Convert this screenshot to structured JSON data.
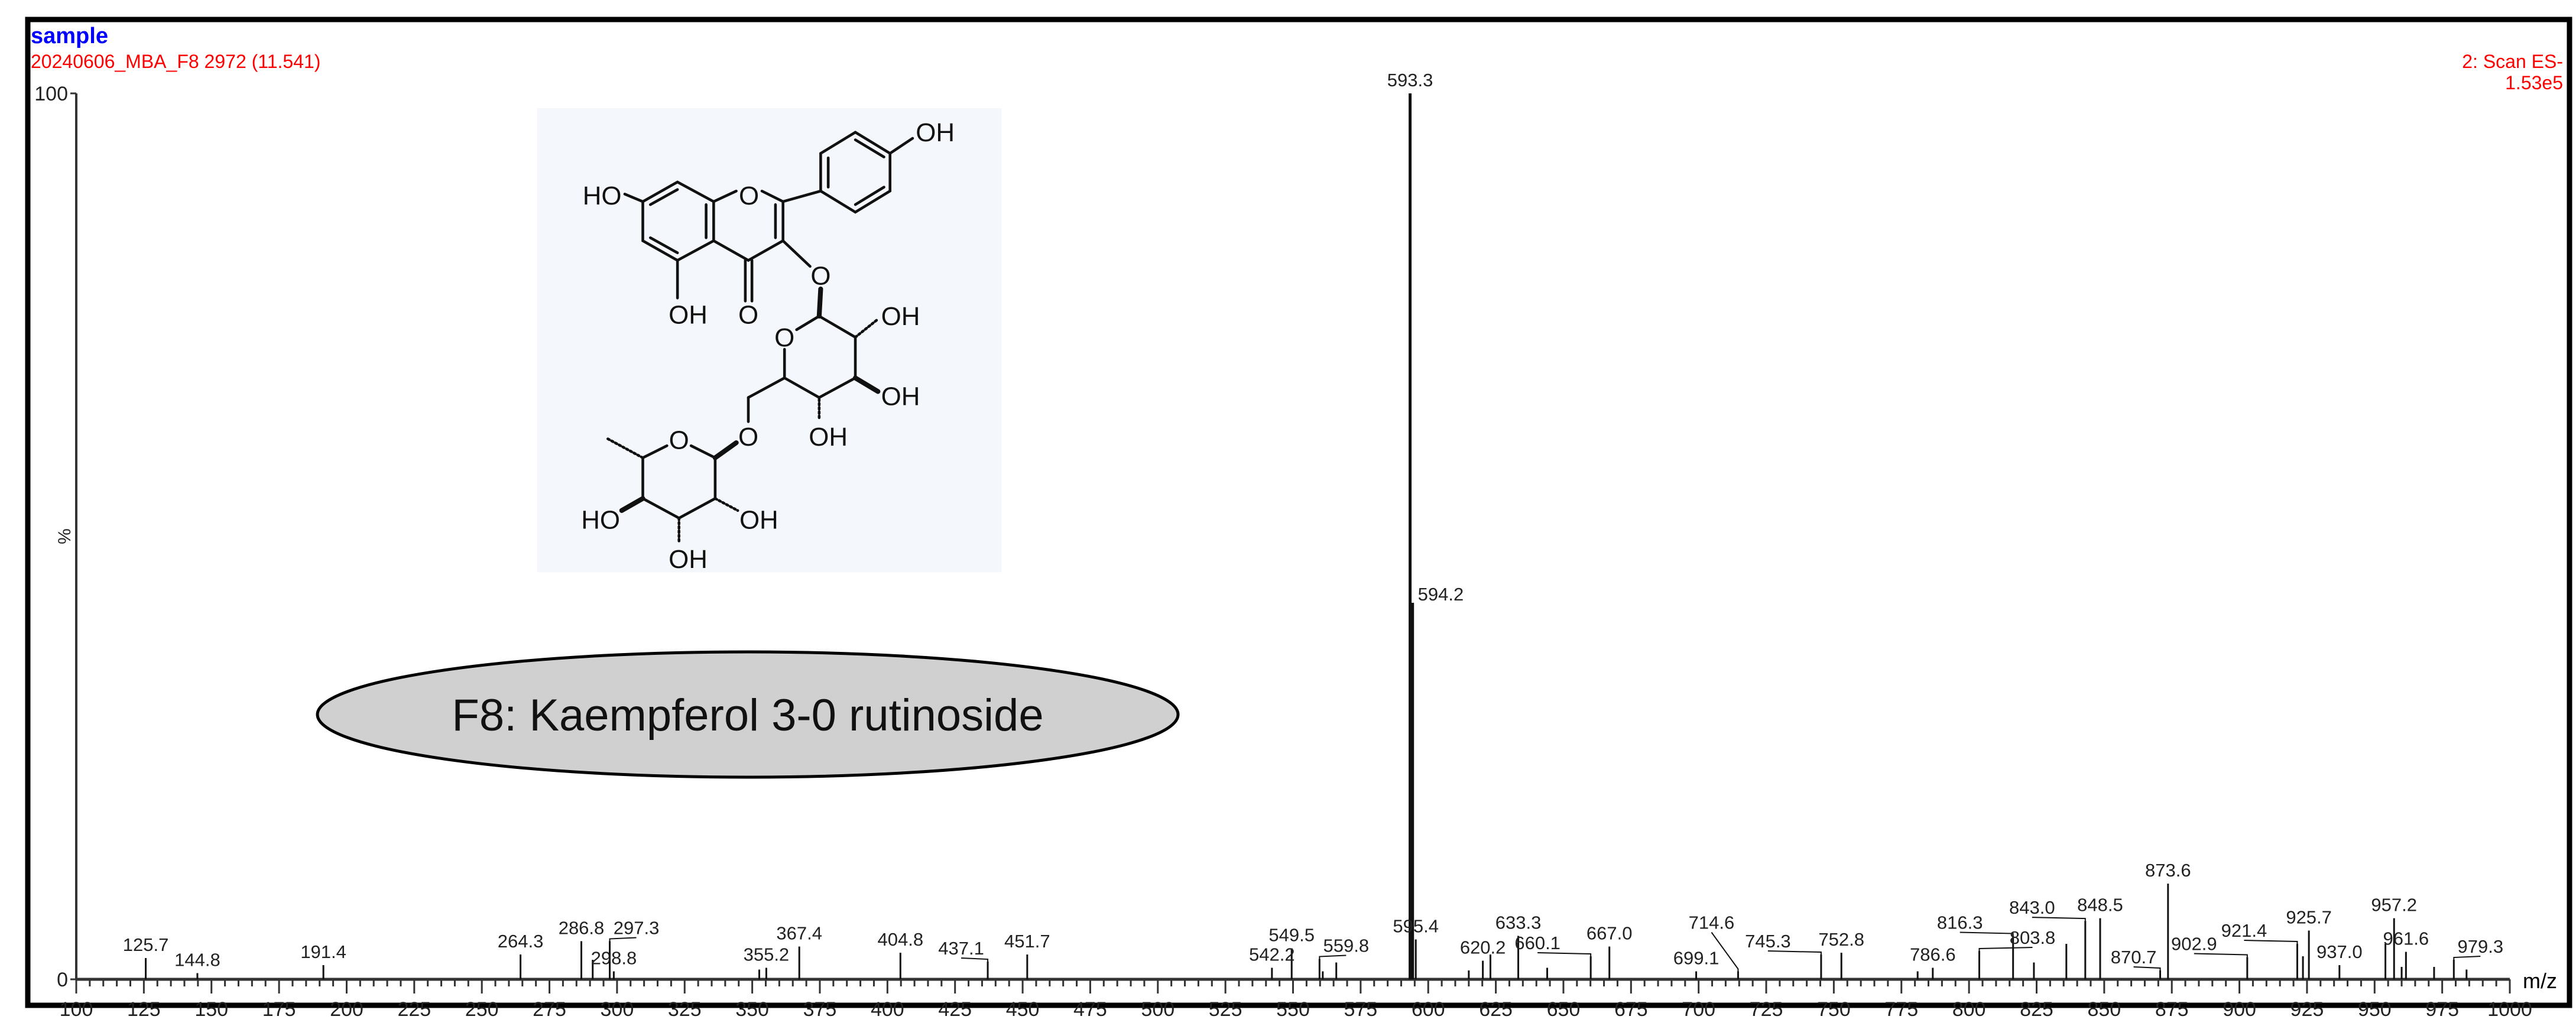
{
  "header": {
    "sample_name": "sample",
    "scan_id": "20240606_MBA_F8 2972 (11.541)",
    "scan_mode": "2: Scan ES-",
    "max_intensity": "1.53e5",
    "sample_color": "#0000ff",
    "info_color": "#ff0000"
  },
  "annotation": {
    "label": "F8: Kaempferol 3-0 rutinoside",
    "fill": "#d0d0d0"
  },
  "structure": {
    "atoms": {
      "ho7": "HO",
      "o1": "O",
      "oh4p": "OH",
      "o3": "O",
      "o4": "O",
      "oh5": "OH",
      "o5g": "O",
      "oh2g": "OH",
      "oh3g": "OH",
      "oh4g": "OH",
      "o6g": "O",
      "o5r": "O",
      "ho4r": "HO",
      "oh2r": "OH",
      "oh3r": "OH"
    }
  },
  "chart_data": {
    "type": "bar",
    "title": "",
    "xlabel": "m/z",
    "ylabel": "%",
    "xlim": [
      100,
      1000
    ],
    "ylim": [
      0,
      100
    ],
    "x_ticks": [
      100,
      125,
      150,
      175,
      200,
      225,
      250,
      275,
      300,
      325,
      350,
      375,
      400,
      425,
      450,
      475,
      500,
      525,
      550,
      575,
      600,
      625,
      650,
      675,
      700,
      725,
      750,
      775,
      800,
      825,
      850,
      875,
      900,
      925,
      950,
      975,
      1000
    ],
    "y_ticks": [
      {
        "value": 0,
        "label": "0"
      },
      {
        "value": 50,
        "label": "%"
      },
      {
        "value": 100,
        "label": "100"
      }
    ],
    "grid": false,
    "peaks": [
      {
        "mz": 125.7,
        "intensity": 2.4,
        "label": "125.7"
      },
      {
        "mz": 144.8,
        "intensity": 0.7,
        "label": "144.8"
      },
      {
        "mz": 191.4,
        "intensity": 1.6,
        "label": "191.4"
      },
      {
        "mz": 264.3,
        "intensity": 2.8,
        "label": "264.3"
      },
      {
        "mz": 286.8,
        "intensity": 4.3,
        "label": "286.8"
      },
      {
        "mz": 291.0,
        "intensity": 2.2,
        "label": ""
      },
      {
        "mz": 297.3,
        "intensity": 4.3,
        "label": "297.3"
      },
      {
        "mz": 298.8,
        "intensity": 0.9,
        "label": "298.8"
      },
      {
        "mz": 352.6,
        "intensity": 1.1,
        "label": ""
      },
      {
        "mz": 355.2,
        "intensity": 1.3,
        "label": "355.2"
      },
      {
        "mz": 367.4,
        "intensity": 3.7,
        "label": "367.4"
      },
      {
        "mz": 404.8,
        "intensity": 3.0,
        "label": "404.8"
      },
      {
        "mz": 437.1,
        "intensity": 2.0,
        "label": "437.1"
      },
      {
        "mz": 451.7,
        "intensity": 2.8,
        "label": "451.7"
      },
      {
        "mz": 542.2,
        "intensity": 1.3,
        "label": "542.2"
      },
      {
        "mz": 549.5,
        "intensity": 3.5,
        "label": "549.5"
      },
      {
        "mz": 559.8,
        "intensity": 2.3,
        "label": "559.8"
      },
      {
        "mz": 561.0,
        "intensity": 0.9,
        "label": ""
      },
      {
        "mz": 566.0,
        "intensity": 1.9,
        "label": ""
      },
      {
        "mz": 593.3,
        "intensity": 100,
        "label": "593.3"
      },
      {
        "mz": 594.2,
        "intensity": 42.5,
        "label": "594.2"
      },
      {
        "mz": 595.4,
        "intensity": 4.5,
        "label": "595.4"
      },
      {
        "mz": 615.0,
        "intensity": 1.0,
        "label": ""
      },
      {
        "mz": 620.2,
        "intensity": 2.1,
        "label": "620.2"
      },
      {
        "mz": 623.0,
        "intensity": 2.8,
        "label": ""
      },
      {
        "mz": 633.3,
        "intensity": 4.9,
        "label": "633.3"
      },
      {
        "mz": 644.0,
        "intensity": 1.3,
        "label": ""
      },
      {
        "mz": 660.1,
        "intensity": 2.6,
        "label": "660.1"
      },
      {
        "mz": 667.0,
        "intensity": 3.7,
        "label": "667.0"
      },
      {
        "mz": 699.1,
        "intensity": 0.9,
        "label": "699.1"
      },
      {
        "mz": 714.6,
        "intensity": 0.9,
        "label": "714.6"
      },
      {
        "mz": 745.3,
        "intensity": 2.8,
        "label": "745.3"
      },
      {
        "mz": 752.8,
        "intensity": 3.0,
        "label": "752.8"
      },
      {
        "mz": 781.0,
        "intensity": 0.9,
        "label": ""
      },
      {
        "mz": 786.6,
        "intensity": 1.3,
        "label": "786.6"
      },
      {
        "mz": 803.8,
        "intensity": 3.2,
        "label": "803.8"
      },
      {
        "mz": 816.3,
        "intensity": 4.9,
        "label": "816.3"
      },
      {
        "mz": 824.0,
        "intensity": 1.9,
        "label": ""
      },
      {
        "mz": 836.0,
        "intensity": 4.0,
        "label": ""
      },
      {
        "mz": 843.0,
        "intensity": 6.6,
        "label": "843.0"
      },
      {
        "mz": 848.5,
        "intensity": 6.9,
        "label": "848.5"
      },
      {
        "mz": 870.7,
        "intensity": 1.0,
        "label": "870.7"
      },
      {
        "mz": 873.6,
        "intensity": 10.8,
        "label": "873.6"
      },
      {
        "mz": 902.9,
        "intensity": 2.5,
        "label": "902.9"
      },
      {
        "mz": 921.4,
        "intensity": 4.0,
        "label": "921.4"
      },
      {
        "mz": 923.5,
        "intensity": 2.6,
        "label": ""
      },
      {
        "mz": 925.7,
        "intensity": 5.5,
        "label": "925.7"
      },
      {
        "mz": 937.0,
        "intensity": 1.6,
        "label": "937.0"
      },
      {
        "mz": 954.0,
        "intensity": 4.0,
        "label": ""
      },
      {
        "mz": 957.2,
        "intensity": 6.9,
        "label": "957.2"
      },
      {
        "mz": 960.0,
        "intensity": 1.4,
        "label": ""
      },
      {
        "mz": 961.6,
        "intensity": 3.1,
        "label": "961.6"
      },
      {
        "mz": 972.0,
        "intensity": 1.4,
        "label": ""
      },
      {
        "mz": 979.3,
        "intensity": 2.2,
        "label": "979.3"
      },
      {
        "mz": 984.0,
        "intensity": 1.1,
        "label": ""
      }
    ]
  }
}
